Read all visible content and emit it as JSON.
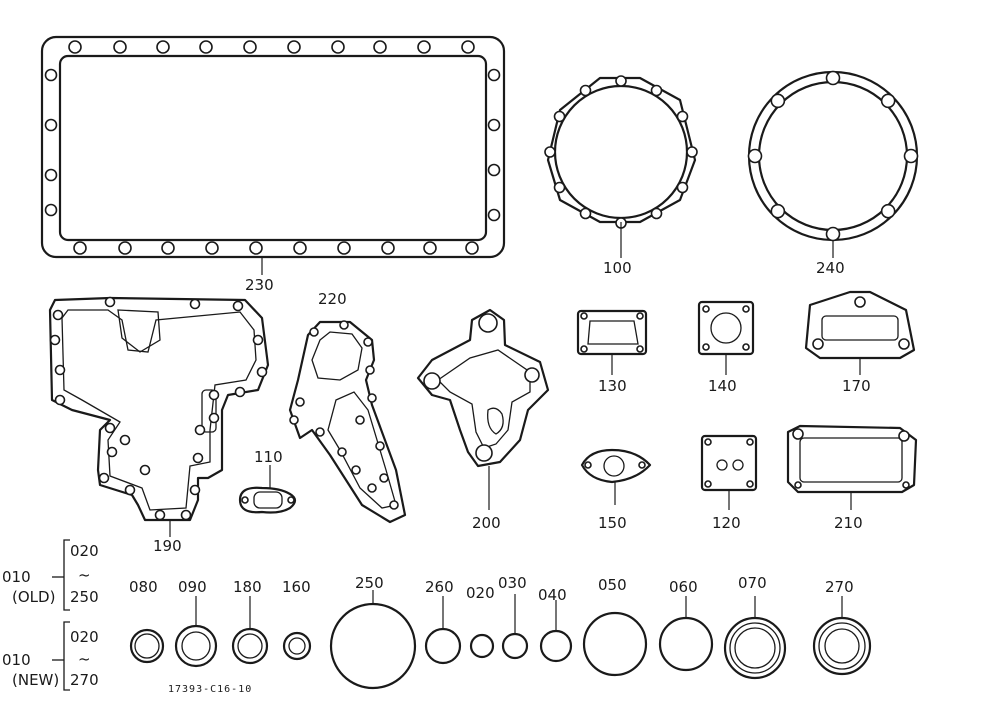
{
  "labels": {
    "p230": "230",
    "p100": "100",
    "p240": "240",
    "p220": "220",
    "p190": "190",
    "p110": "110",
    "p200": "200",
    "p130": "130",
    "p140": "140",
    "p170": "170",
    "p150": "150",
    "p120": "120",
    "p210": "210",
    "p080": "080",
    "p090": "090",
    "p180": "180",
    "p160": "160",
    "p250": "250",
    "p260": "260",
    "p020": "020",
    "p030": "030",
    "p040": "040",
    "p050": "050",
    "p060": "060",
    "p070": "070",
    "p270": "270"
  },
  "legend": {
    "old": {
      "ref": "010",
      "tag": "(OLD)",
      "from": "020",
      "tilde": "~",
      "to": "250"
    },
    "new": {
      "ref": "010",
      "tag": "(NEW)",
      "from": "020",
      "tilde": "~",
      "to": "270"
    }
  },
  "drawing_code": "17393-C16-10"
}
